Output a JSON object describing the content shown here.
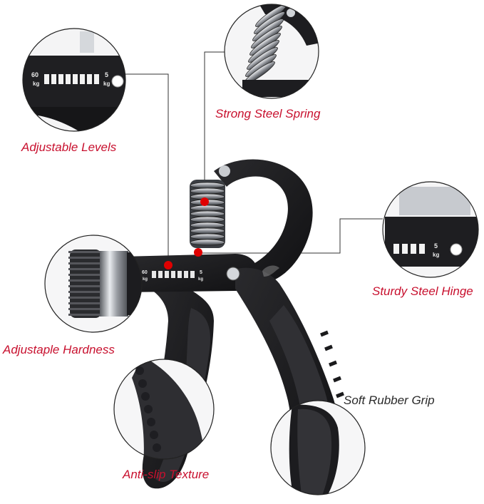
{
  "colors": {
    "accent_red": "#c8102e",
    "handle_black": "#1c1c1e",
    "rubber_grip": "#2b2b2d",
    "steel": "#a9adb3",
    "background": "#ffffff"
  },
  "callouts": {
    "adjustable_levels": "Adjustable Levels",
    "strong_steel_spring": "Strong Steel Spring",
    "sturdy_steel_hinge": "Sturdy Steel Hinge",
    "adjustable_hardness": "Adjustaple Hardness",
    "soft_rubber_grip": "Soft Rubber Grip",
    "anti_slip_texture": "Anti-slip Texture"
  },
  "scale": {
    "min_value": "60",
    "max_value": "5",
    "unit": "kg"
  }
}
